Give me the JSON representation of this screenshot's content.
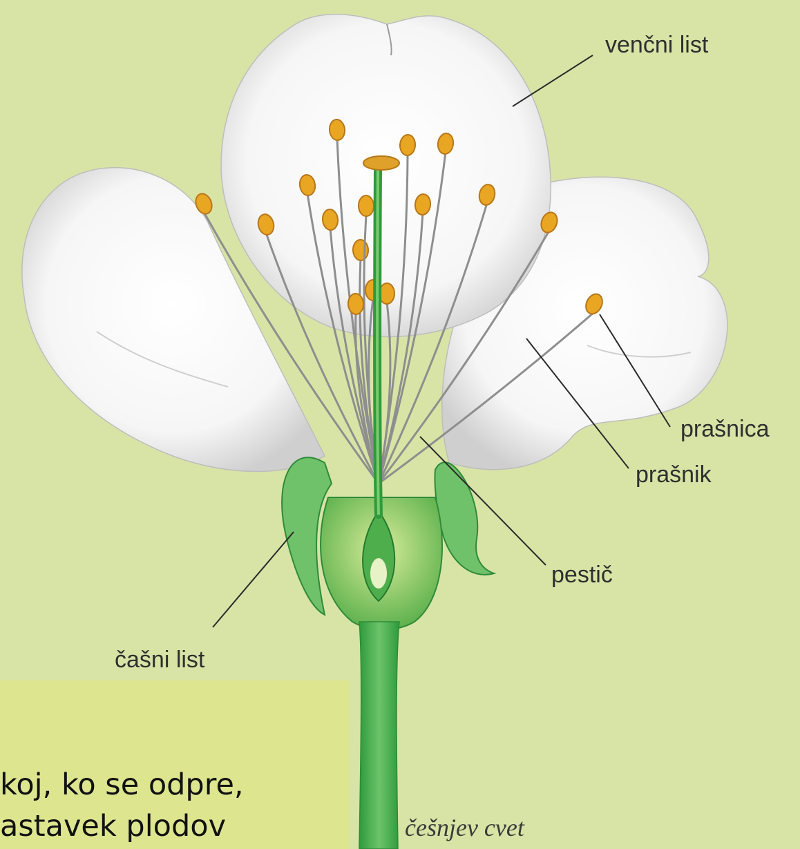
{
  "diagram": {
    "labels": {
      "petal": "venčni list",
      "anther": "prašnica",
      "stamen": "prašnik",
      "pistil": "pestič",
      "sepal": "čašni list"
    },
    "caption": "češnjev cvet"
  },
  "slide_text": {
    "line1": "koj, ko se odpre,",
    "line2": "astavek plodov"
  },
  "colors": {
    "background": "#d8e4a6",
    "text_panel": "#dde68f",
    "petal": "#ffffff",
    "anther": "#e9a623",
    "green": "#3aa346"
  }
}
